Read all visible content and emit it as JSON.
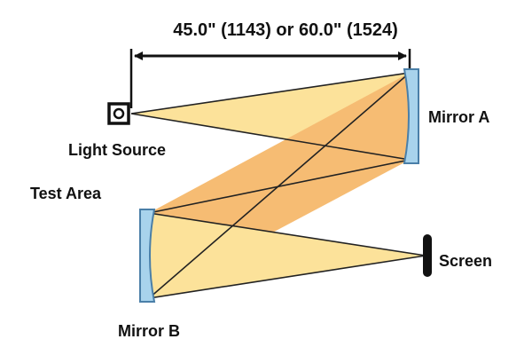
{
  "diagram": {
    "dimension_label": "45.0\" (1143) or 60.0\" (1524)",
    "labels": {
      "light_source": "Light Source",
      "test_area": "Test Area",
      "mirror_a": "Mirror A",
      "mirror_b": "Mirror B",
      "screen": "Screen"
    },
    "colors": {
      "beam_light": "#FCE29A",
      "beam_dark": "#F6BC73",
      "beam_edge": "#222222",
      "mirror_fill": "#A8D3EC",
      "mirror_edge": "#4A7FA8",
      "component": "#111111"
    }
  }
}
